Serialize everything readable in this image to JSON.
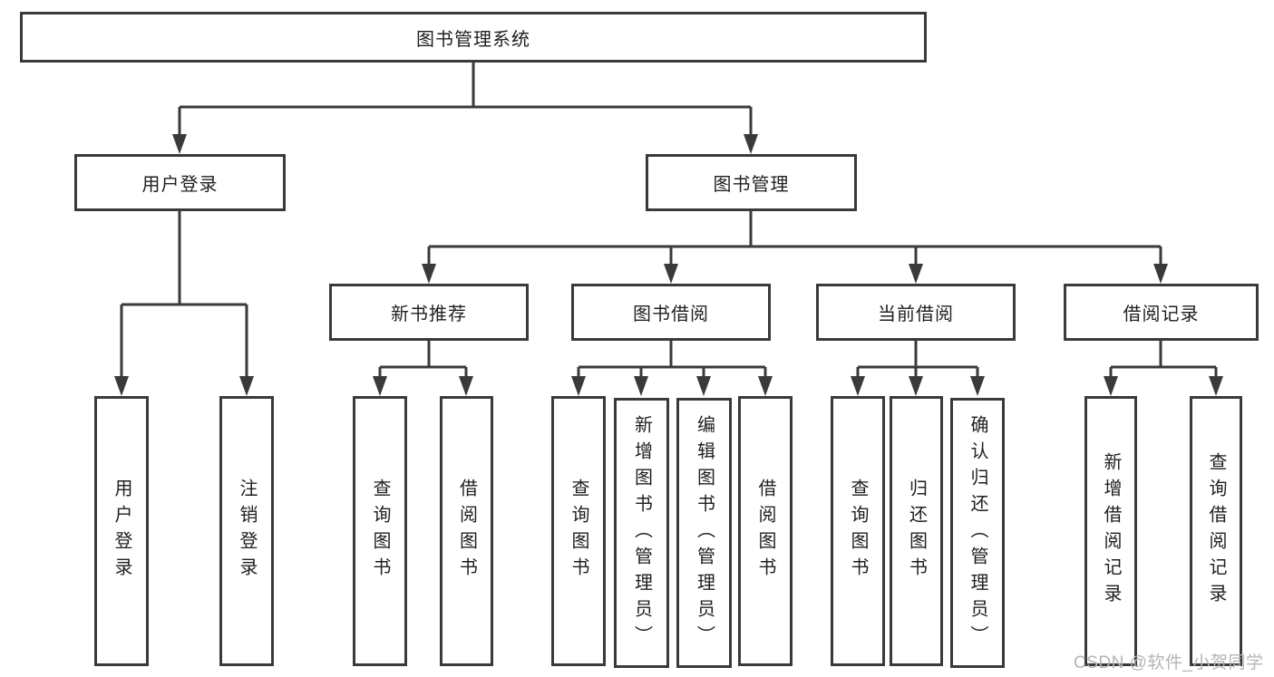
{
  "diagram": {
    "root": {
      "label": "图书管理系统"
    },
    "branches": [
      {
        "label": "用户登录",
        "children": [
          {
            "label": "用户登录"
          },
          {
            "label": "注销登录"
          }
        ]
      },
      {
        "label": "图书管理",
        "children": [
          {
            "label": "新书推荐",
            "children": [
              {
                "label": "查询图书"
              },
              {
                "label": "借阅图书"
              }
            ]
          },
          {
            "label": "图书借阅",
            "children": [
              {
                "label": "查询图书"
              },
              {
                "label": "新增图书（管理员）"
              },
              {
                "label": "编辑图书（管理员）"
              },
              {
                "label": "借阅图书"
              }
            ]
          },
          {
            "label": "当前借阅",
            "children": [
              {
                "label": "查询图书"
              },
              {
                "label": "归还图书"
              },
              {
                "label": "确认归还（管理员）"
              }
            ]
          },
          {
            "label": "借阅记录",
            "children": [
              {
                "label": "新增借阅记录"
              },
              {
                "label": "查询借阅记录"
              }
            ]
          }
        ]
      }
    ]
  },
  "watermark": {
    "text": "CSDN @软件_小贺同学"
  },
  "colors": {
    "line": "#3a3a3a",
    "border": "#3a3a3a",
    "text": "#1f1f1f",
    "watermark": "#b5b5b5",
    "background": "#ffffff"
  }
}
